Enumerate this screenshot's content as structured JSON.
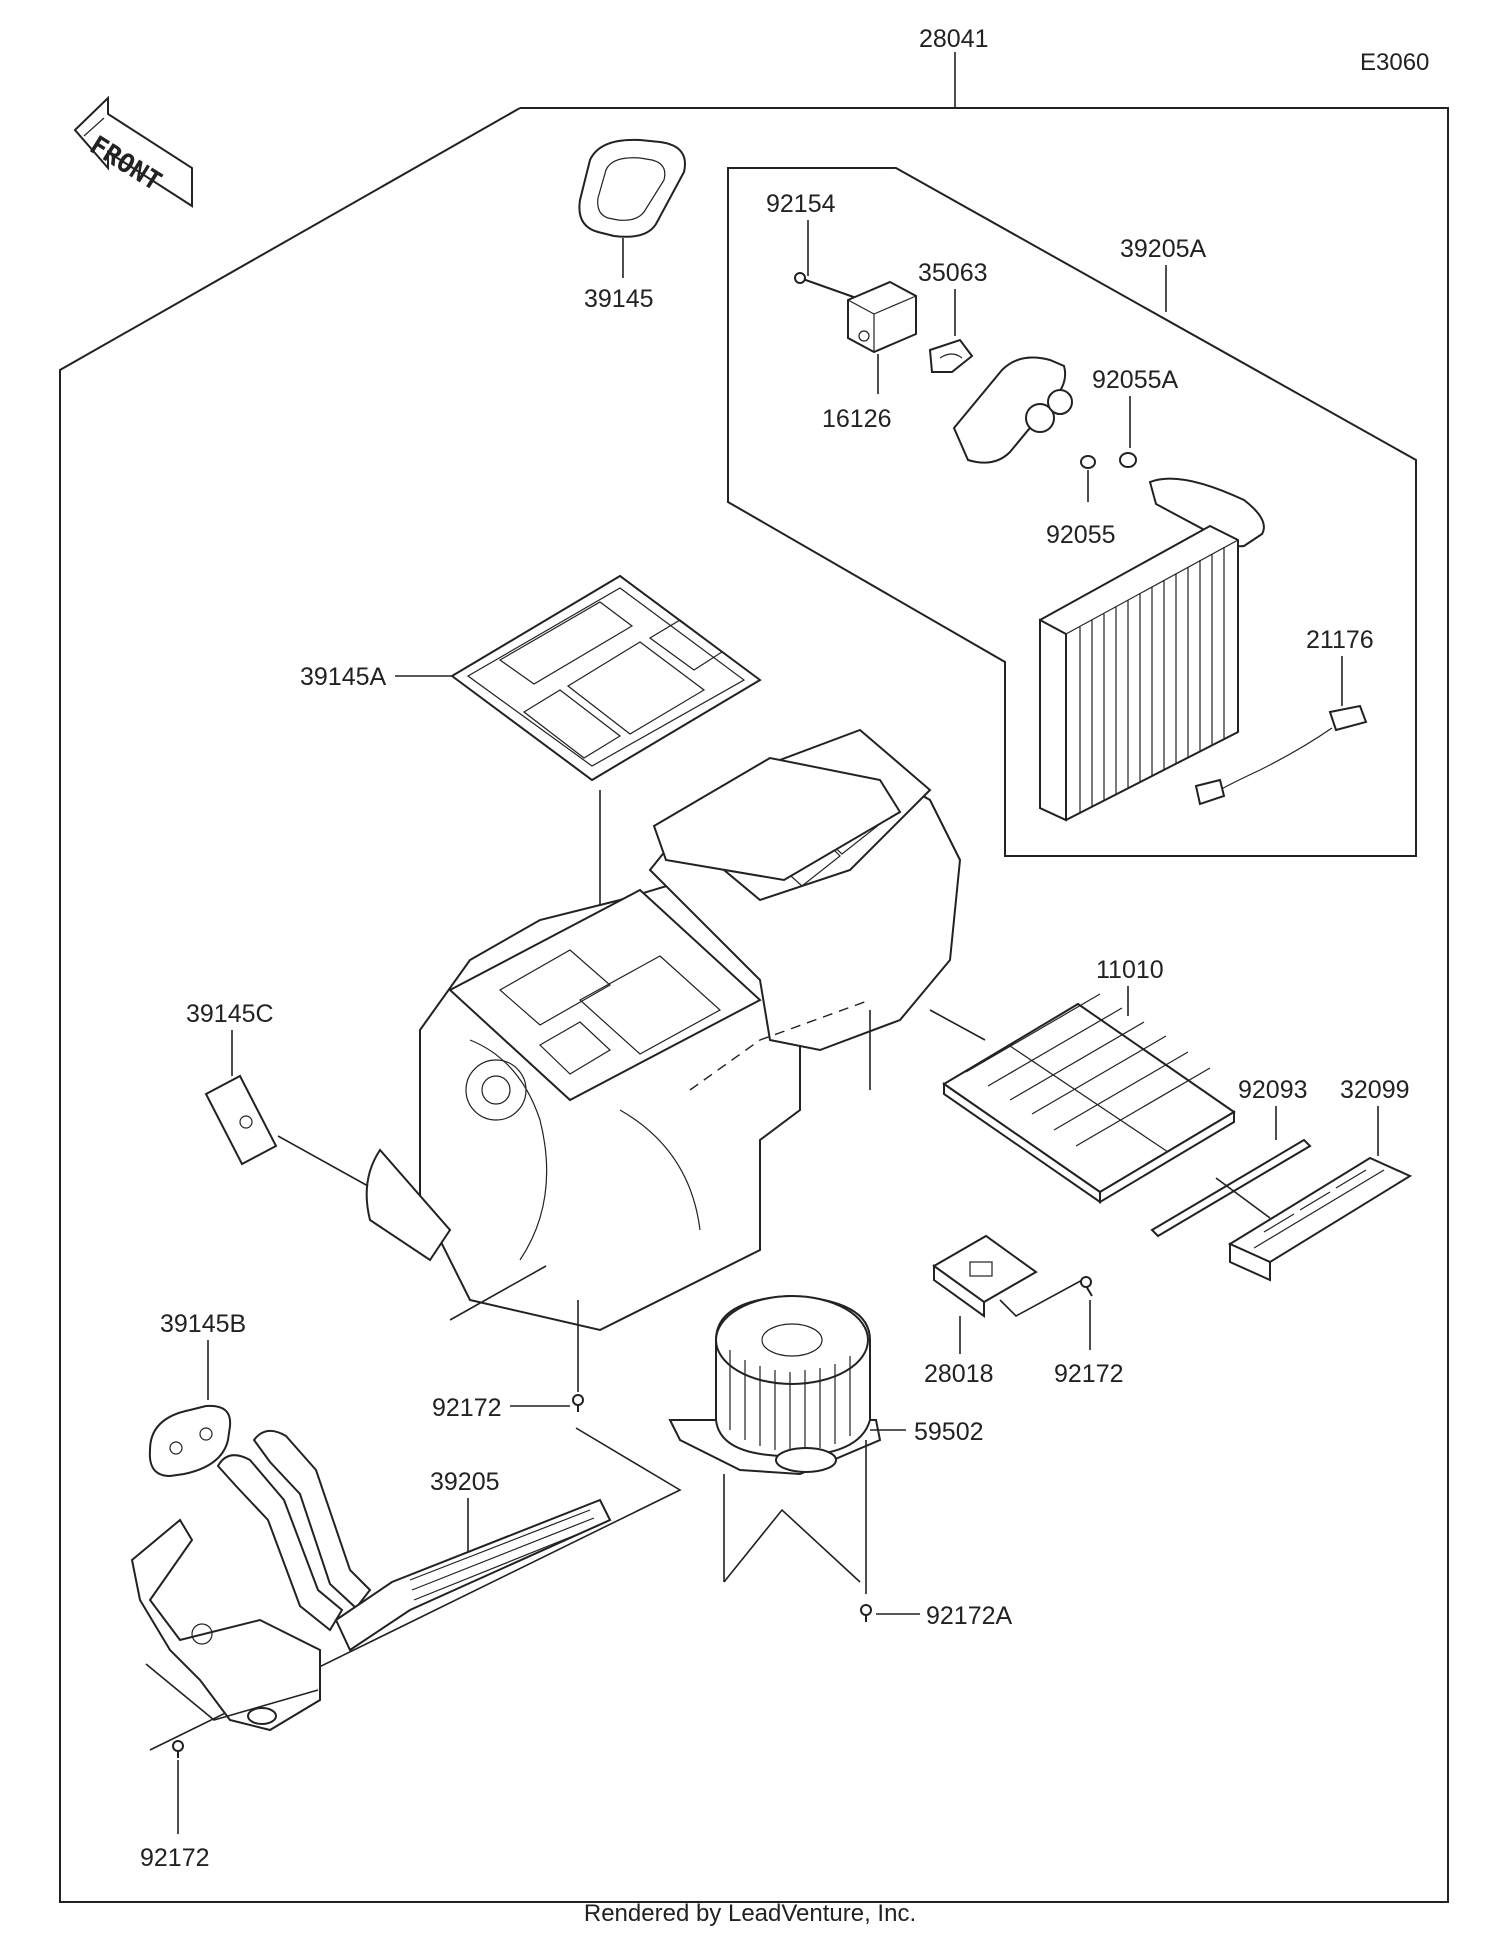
{
  "diagram": {
    "code": "E3060",
    "front_label": "FRONT",
    "footer": "Rendered by LeadVenture, Inc.",
    "parts": [
      {
        "id": "p28041",
        "number": "28041"
      },
      {
        "id": "p39145",
        "number": "39145"
      },
      {
        "id": "p92154",
        "number": "92154"
      },
      {
        "id": "p35063",
        "number": "35063"
      },
      {
        "id": "p39205A",
        "number": "39205A"
      },
      {
        "id": "p16126",
        "number": "16126"
      },
      {
        "id": "p92055A",
        "number": "92055A"
      },
      {
        "id": "p92055",
        "number": "92055"
      },
      {
        "id": "p21176",
        "number": "21176"
      },
      {
        "id": "p39145A",
        "number": "39145A"
      },
      {
        "id": "p11010",
        "number": "11010"
      },
      {
        "id": "p39145C",
        "number": "39145C"
      },
      {
        "id": "p92093",
        "number": "92093"
      },
      {
        "id": "p32099",
        "number": "32099"
      },
      {
        "id": "p39145B",
        "number": "39145B"
      },
      {
        "id": "p28018",
        "number": "28018"
      },
      {
        "id": "p92172_mid",
        "number": "92172"
      },
      {
        "id": "p92172_right",
        "number": "92172"
      },
      {
        "id": "p59502",
        "number": "59502"
      },
      {
        "id": "p39205",
        "number": "39205"
      },
      {
        "id": "p92172A",
        "number": "92172A"
      },
      {
        "id": "p92172_bottom",
        "number": "92172"
      }
    ]
  }
}
